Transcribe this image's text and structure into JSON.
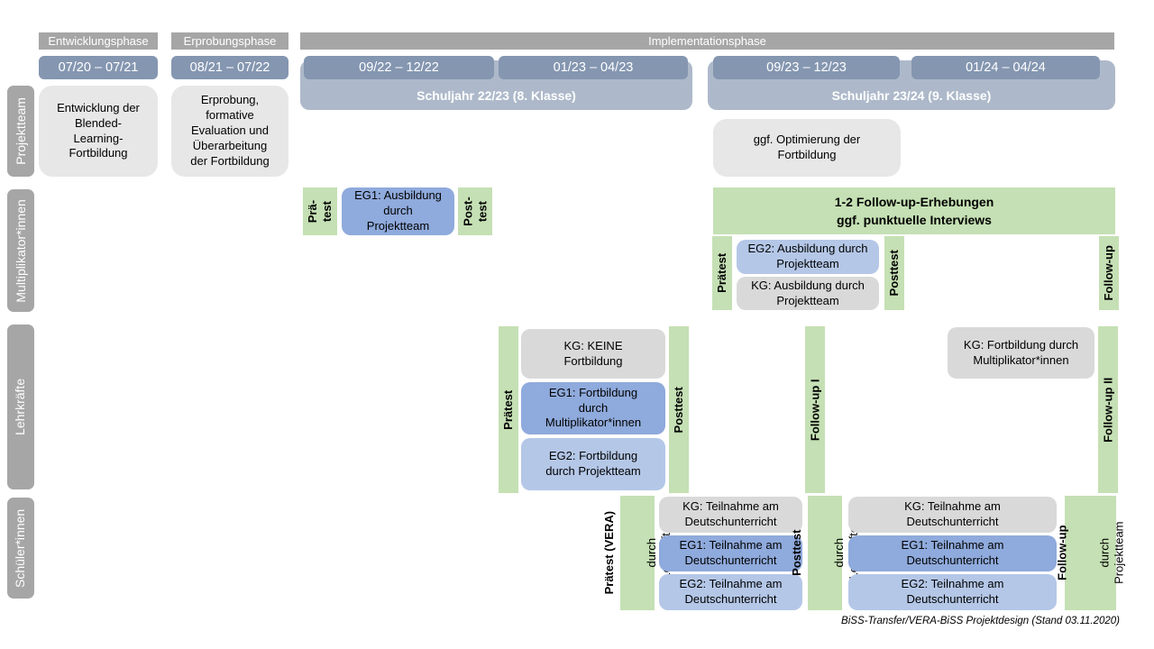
{
  "colors": {
    "phase_bar_gray": "#a6a6a6",
    "row_label_gray": "#a6a6a6",
    "date_bar_blue": "#8496b0",
    "school_year_blue": "#adb9ca",
    "box_light_gray": "#e8e7e7",
    "box_gray": "#d9d9d9",
    "box_blue": "#8faadc",
    "box_light_blue": "#b4c7e7",
    "box_green": "#c5e0b4"
  },
  "phases": {
    "entwicklung": "Entwicklungsphase",
    "erprobung": "Erprobungsphase",
    "implementation": "Implementationsphase"
  },
  "dates": {
    "d1": "07/20 – 07/21",
    "d2": "08/21 – 07/22",
    "d3": "09/22 – 12/22",
    "d4": "01/23 – 04/23",
    "d5": "09/23 – 12/23",
    "d6": "01/24 – 04/24"
  },
  "school_years": {
    "sj1": "Schuljahr 22/23 (8. Klasse)",
    "sj2": "Schuljahr 23/24 (9. Klasse)"
  },
  "row_labels": {
    "projektteam": "Projektteam",
    "multiplikatoren": "Multiplikator*innen",
    "lehrkraefte": "Lehrkräfte",
    "schueler": "Schüler*innen"
  },
  "projektteam": {
    "entwicklung_box": "Entwicklung der\nBlended-\nLearning-\nFortbildung",
    "erprobung_box": "Erprobung,\nformative\nEvaluation und\nÜberarbeitung\nder Fortbildung",
    "optimierung_box": "ggf. Optimierung der\nFortbildung"
  },
  "multiplikatoren": {
    "praetest_1": "Prä-\ntest",
    "eg1": "EG1: Ausbildung\ndurch\nProjektteam",
    "posttest_1": "Post-\ntest",
    "banner": "1-2 Follow-up-Erhebungen\nggf. punktuelle Interviews",
    "praetest_2": "Prätest",
    "eg2": "EG2: Ausbildung durch\nProjektteam",
    "kg": "KG: Ausbildung durch\nProjektteam",
    "posttest_2": "Posttest",
    "followup": "Follow-up"
  },
  "lehrkraefte": {
    "praetest": "Prätest",
    "kg1": "KG: KEINE\nFortbildung",
    "eg1": "EG1: Fortbildung\ndurch\nMultiplikator*innen",
    "eg2": "EG2: Fortbildung\ndurch Projektteam",
    "posttest": "Posttest",
    "followup1": "Follow-up I",
    "kg2": "KG: Fortbildung durch\nMultiplikator*innen",
    "followup2": "Follow-up II"
  },
  "schueler": {
    "praetest_bold": "Prätest (VERA)",
    "praetest_sub": "durch Lehrkräfte",
    "kg1": "KG: Teilnahme am\nDeutschunterricht",
    "eg1_1": "EG1: Teilnahme am\nDeutschunterricht",
    "eg2_1": "EG2: Teilnahme am\nDeutschunterricht",
    "posttest_bold": "Posttest",
    "posttest_sub": "durch Lehrkräfte",
    "kg2": "KG: Teilnahme am\nDeutschunterricht",
    "eg1_2": "EG1: Teilnahme am\nDeutschunterricht",
    "eg2_2": "EG2: Teilnahme am\nDeutschunterricht",
    "followup_bold": "Follow-up",
    "followup_sub": "durch\nProjektteam"
  },
  "footer": "BiSS-Transfer/VERA-BiSS Projektdesign (Stand 03.11.2020)"
}
